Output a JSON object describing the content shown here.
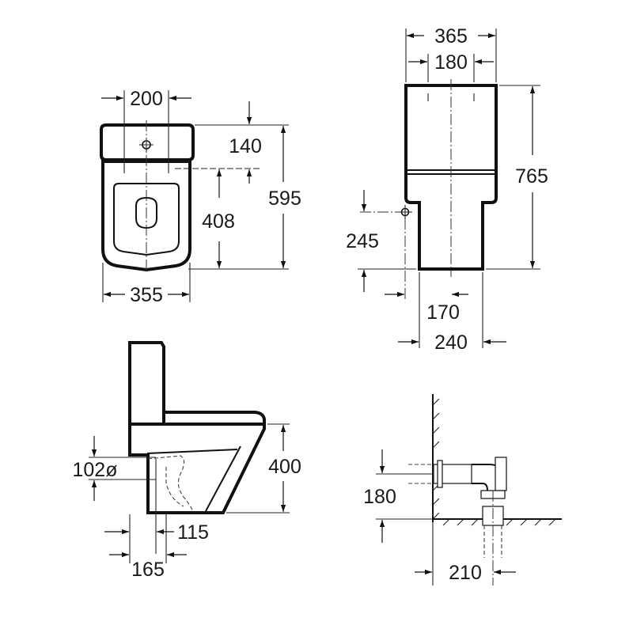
{
  "views": {
    "top": {
      "tank_width": "200",
      "tank_depth": "140",
      "fixing_distance": "408",
      "total_depth": "595",
      "bowl_width": "355"
    },
    "front": {
      "width": "365",
      "tank_fixing_spacing": "180",
      "height": "765",
      "water_inlet_height": "245",
      "base_width": "240",
      "inlet_offset": "170"
    },
    "side": {
      "outlet_diameter": "102ø",
      "height": "400",
      "outlet_offset": "115",
      "wall_distance": "165"
    },
    "installation": {
      "outlet_height": "180",
      "floor_outlet_distance": "210"
    }
  },
  "colors": {
    "line": "#111111",
    "background": "#ffffff"
  }
}
